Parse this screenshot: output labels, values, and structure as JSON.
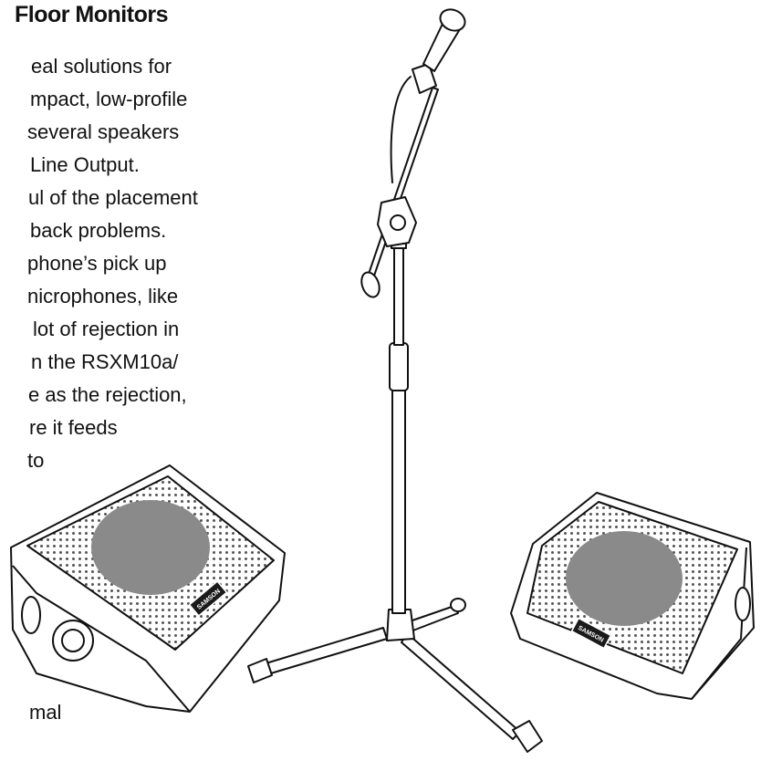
{
  "heading": "Floor Monitors",
  "paragraph_lines": [
    "eal solutions for",
    "mpact, low-profile",
    "several speakers",
    "Line Output.",
    "ul of the placement",
    "back problems.",
    "phone’s pick up",
    "nicrophones, like",
    "lot of rejection in",
    "n the RSXM10a/",
    "e as the rejection,",
    "re it feeds",
    "to",
    "mal"
  ],
  "brand_label": "SAMSON",
  "colors": {
    "ink": "#111111",
    "woofer": "#8a8a8a",
    "grille_dot": "#555555",
    "badge": "#1a1a1a"
  }
}
